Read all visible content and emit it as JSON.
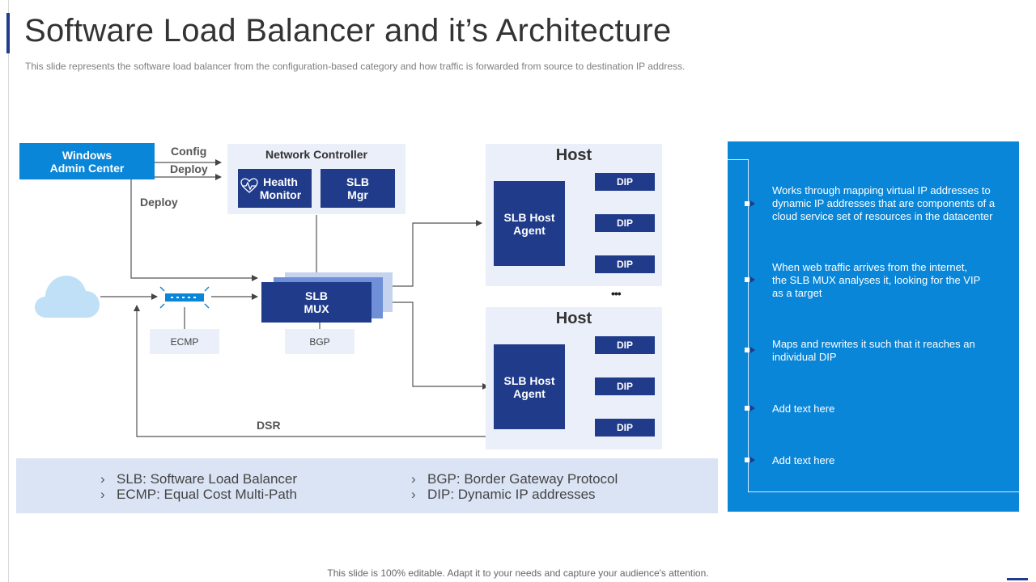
{
  "title": "Software Load Balancer and it’s Architecture",
  "subtitle": "This slide represents the software load balancer from the configuration-based category and how traffic is forwarded from source to destination IP address.",
  "diagram": {
    "windows_admin_center": "Windows\nAdmin Center",
    "config_label": "Config",
    "deploy_label_1": "Deploy",
    "deploy_label_2": "Deploy",
    "network_controller": "Network Controller",
    "health_monitor": "Health\nMonitor",
    "slb_mgr": "SLB\nMgr",
    "slb_mux": "SLB\nMUX",
    "ecmp": "ECMP",
    "bgp": "BGP",
    "dsr": "DSR",
    "ellipsis": "•••",
    "hosts": [
      {
        "title": "Host",
        "agent": "SLB Host\nAgent",
        "dips": [
          "DIP",
          "DIP",
          "DIP"
        ]
      },
      {
        "title": "Host",
        "agent": "SLB Host\nAgent",
        "dips": [
          "DIP",
          "DIP",
          "DIP"
        ]
      }
    ]
  },
  "legend": [
    "SLB: Software Load Balancer",
    "ECMP: Equal Cost Multi-Path",
    "BGP: Border Gateway Protocol",
    "DIP: Dynamic IP addresses"
  ],
  "legend_marker": "›",
  "right_panel": [
    "Works through  mapping virtual  IP addresses to dynamic IP addresses that are components of a cloud service  set of resources in the datacenter",
    "When web traffic arrives  from the internet, the SLB MUX analyses it, looking for the VIP as a target",
    "Maps and rewrites it such that it reaches an individual  DIP",
    "Add text here",
    "Add text here"
  ],
  "footer": "This slide is 100% editable. Adapt it to your needs and capture your audience's attention.",
  "colors": {
    "dark_blue": "#1f3b8a",
    "accent_blue": "#0a86d8",
    "light_panel": "#eaeff9",
    "legend_bg": "#dbe4f5",
    "cloud": "#bfe0f7"
  },
  "icons": [
    "heart-monitor-icon",
    "cloud-icon",
    "network-switch-icon",
    "arrow-marker-icon"
  ]
}
